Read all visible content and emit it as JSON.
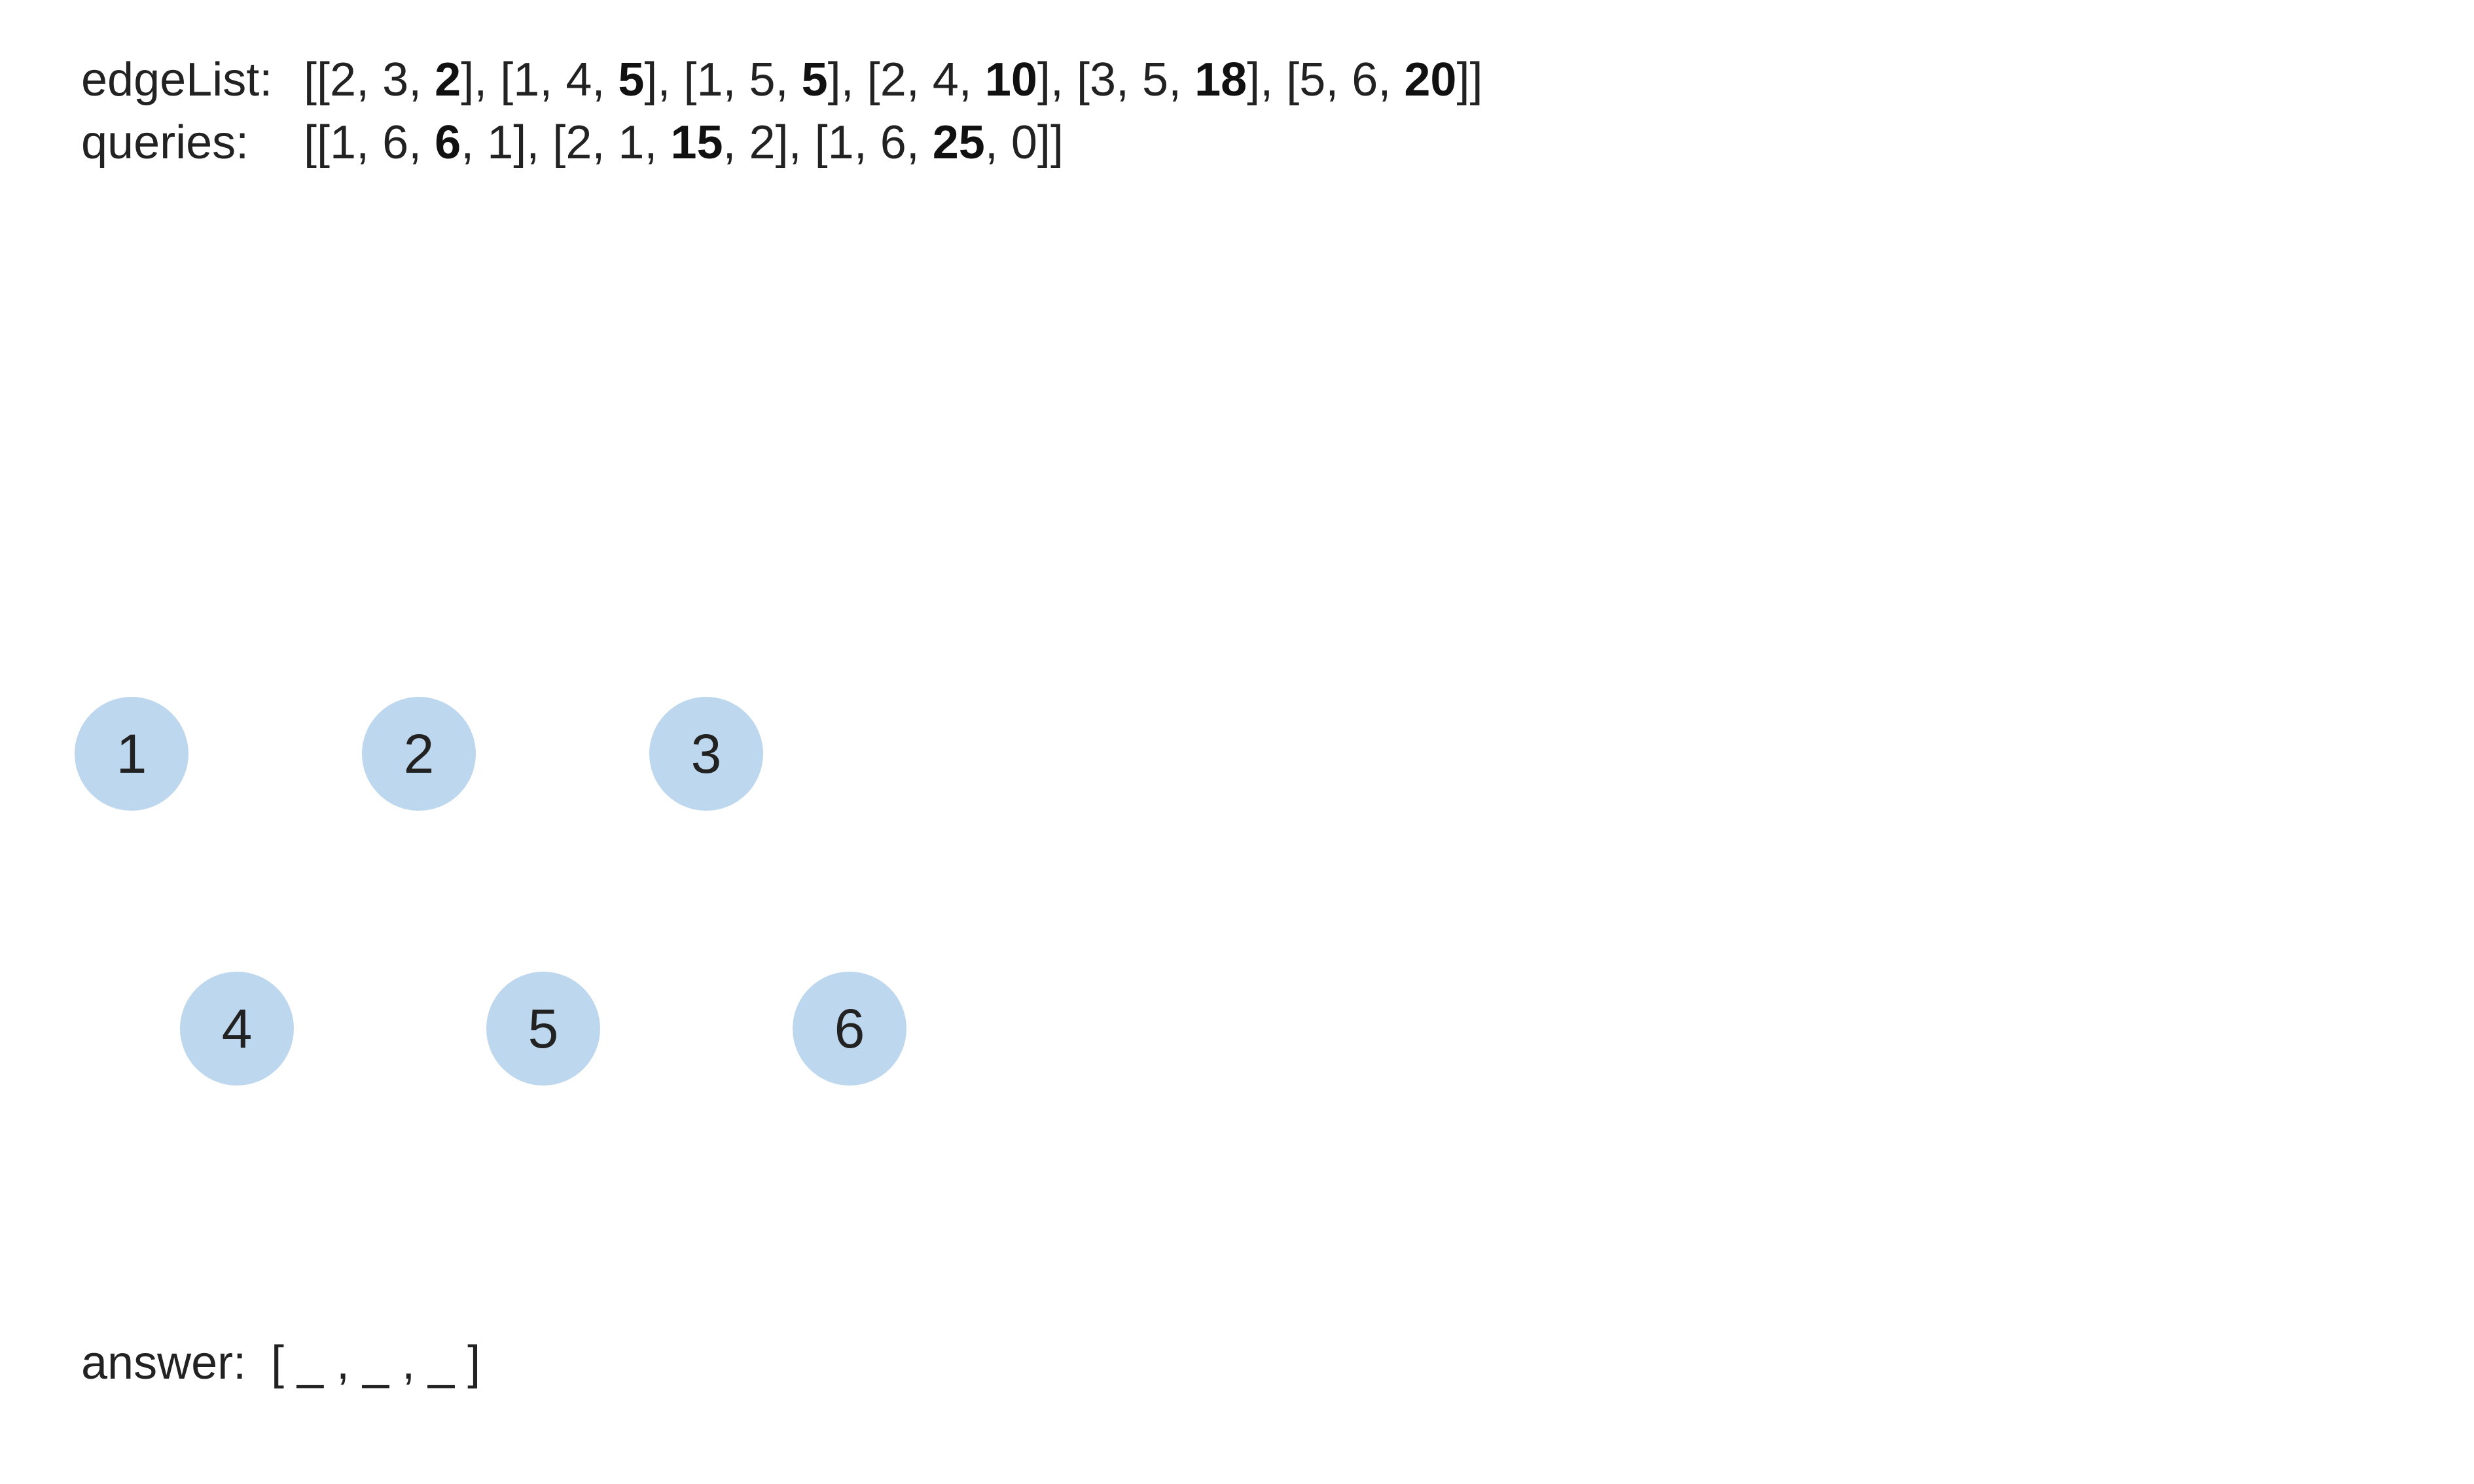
{
  "edge_list": {
    "label": "edgeList:",
    "edges": [
      {
        "u": "2",
        "v": "3",
        "w": "2"
      },
      {
        "u": "1",
        "v": "4",
        "w": "5"
      },
      {
        "u": "1",
        "v": "5",
        "w": "5"
      },
      {
        "u": "2",
        "v": "4",
        "w": "10"
      },
      {
        "u": "3",
        "v": "5",
        "w": "18"
      },
      {
        "u": "5",
        "v": "6",
        "w": "20"
      }
    ]
  },
  "queries": {
    "label": "queries:",
    "items": [
      {
        "a": "1",
        "b": "6",
        "limit": "6",
        "idx": "1"
      },
      {
        "a": "2",
        "b": "1",
        "limit": "15",
        "idx": "2"
      },
      {
        "a": "1",
        "b": "6",
        "limit": "25",
        "idx": "0"
      }
    ]
  },
  "nodes": [
    "1",
    "2",
    "3",
    "4",
    "5",
    "6"
  ],
  "answer": {
    "label": "answer:",
    "value": "[ _ , _ , _ ]"
  },
  "colors": {
    "node_fill": "#bdd7ee",
    "text": "#222222"
  }
}
